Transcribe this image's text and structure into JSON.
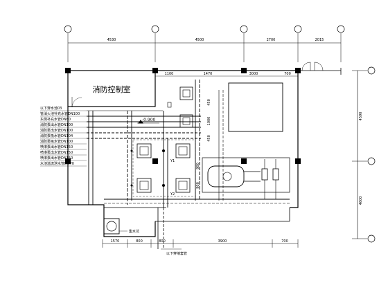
{
  "room_title": "消防控制室",
  "elevation_label": "-0.900",
  "top_dims": [
    "4530",
    "4500",
    "2700",
    "2015"
  ],
  "inner_top_dims": [
    "1100",
    "1470",
    "3000",
    "700"
  ],
  "bottom_dims": [
    "1570",
    "800",
    "800",
    "3900",
    "700"
  ],
  "right_dims": [
    "4590",
    "4600"
  ],
  "inner_dims": [
    "450",
    "1000",
    "450",
    "900",
    "900"
  ],
  "pipe_labels": [
    "以下穿水池03",
    "管消火池补充水管DN100",
    "东侧补充水管DN80",
    "消防泵出水管DN100",
    "消防泵出水管DN100",
    "消防泵吸水管DN104",
    "消防泵吸水管DN100",
    "喷淋泵出水管DN150",
    "喷淋泵出水管DN150",
    "喷淋泵出水管DN150",
    "水池溢流泄水管DN70"
  ],
  "sump_label": "集水坑",
  "bottom_note": "以下穿墙套管",
  "equipment_labels": [
    "Y1",
    "Y2"
  ]
}
